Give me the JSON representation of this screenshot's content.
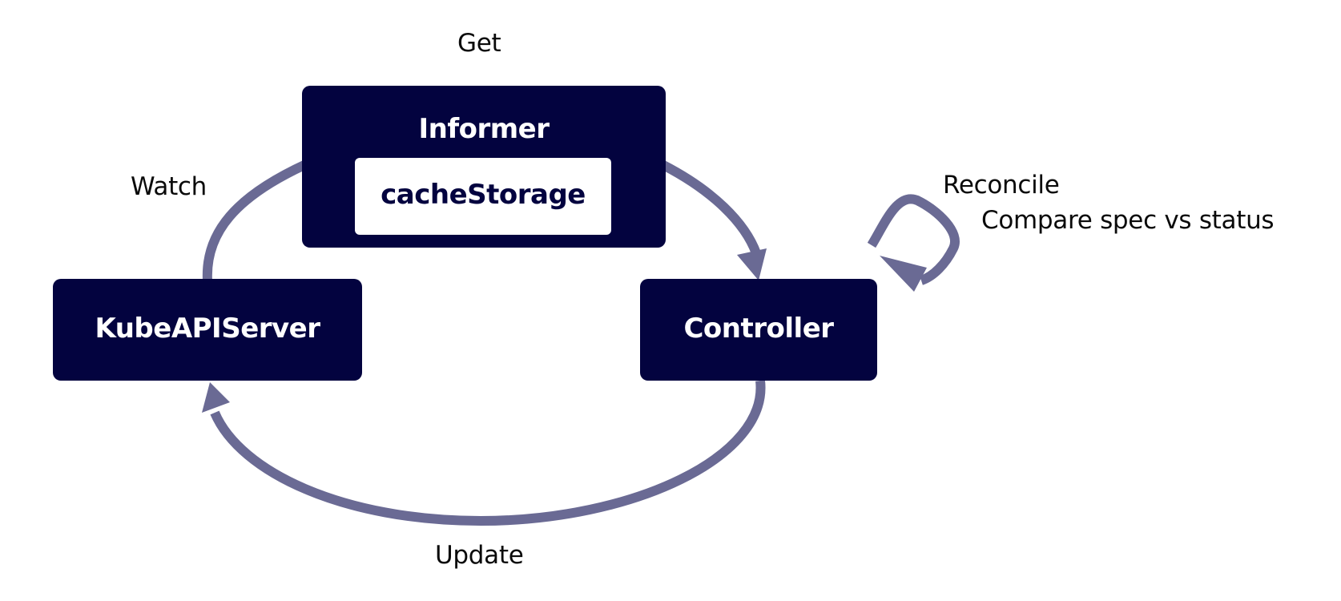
{
  "colors": {
    "node_fill": "#03033f",
    "node_text": "#ffffff",
    "inner_fill": "#ffffff",
    "inner_text": "#03033f",
    "edge": "#6a6a94",
    "label_text": "#0a0a0a"
  },
  "nodes": {
    "informer": {
      "label": "Informer"
    },
    "cache_storage": {
      "label": "cacheStorage"
    },
    "kube_api_server": {
      "label": "KubeAPIServer"
    },
    "controller": {
      "label": "Controller"
    }
  },
  "edges": {
    "get": {
      "label": "Get"
    },
    "watch": {
      "label": "Watch"
    },
    "update": {
      "label": "Update"
    },
    "reconcile": {
      "label": "Reconcile",
      "sublabel": "Compare spec vs status"
    }
  }
}
